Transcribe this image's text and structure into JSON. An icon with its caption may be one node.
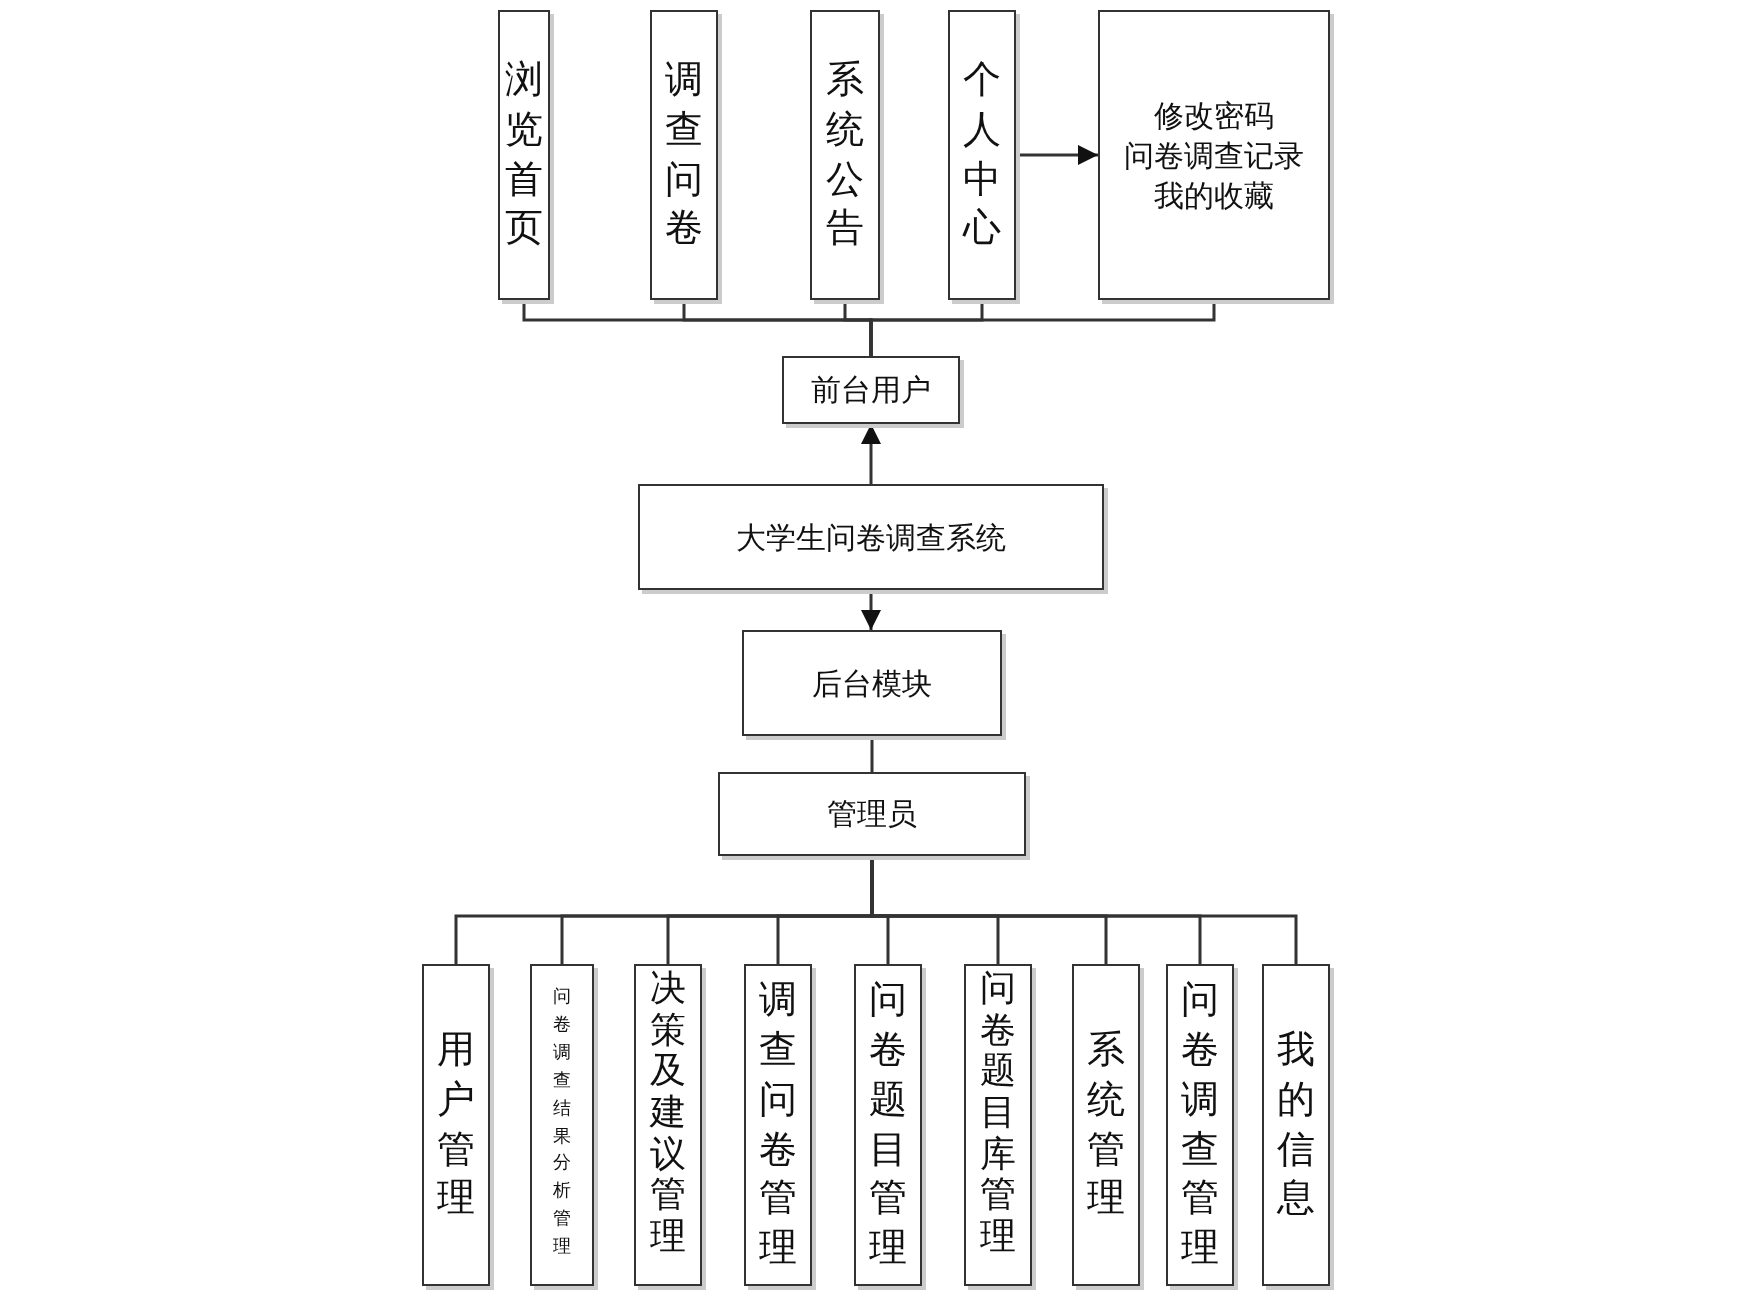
{
  "diagram": {
    "nodes": [
      {
        "text": [
          "浏览首页"
        ]
      },
      {
        "text": [
          "调查问卷"
        ]
      },
      {
        "text": [
          "系统公告"
        ]
      },
      {
        "text": [
          "个人中心"
        ]
      },
      {
        "text": [
          "修改密码",
          "问卷调查记录",
          "我的收藏"
        ]
      },
      {
        "text": [
          "前台用户"
        ]
      },
      {
        "text": [
          "大学生问卷调查系统"
        ]
      },
      {
        "text": [
          "后台模块"
        ]
      },
      {
        "text": [
          "管理员"
        ]
      },
      {
        "text": [
          "用户管理"
        ]
      },
      {
        "text": [
          "问卷调查结果分析管理"
        ]
      },
      {
        "text": [
          "决策及建议管理"
        ]
      },
      {
        "text": [
          "调查问卷管理"
        ]
      },
      {
        "text": [
          "问卷题目管理"
        ]
      },
      {
        "text": [
          "问卷题目库管理"
        ]
      },
      {
        "text": [
          "系统管理"
        ]
      },
      {
        "text": [
          "问卷调查管理"
        ]
      },
      {
        "text": [
          "我的信息"
        ]
      }
    ],
    "edges": [
      {
        "from": 5,
        "to": 0,
        "arrow": "none"
      },
      {
        "from": 5,
        "to": 1,
        "arrow": "none"
      },
      {
        "from": 5,
        "to": 2,
        "arrow": "none"
      },
      {
        "from": 5,
        "to": 3,
        "arrow": "none"
      },
      {
        "from": 5,
        "to": 4,
        "arrow": "none"
      },
      {
        "from": 3,
        "to": 4,
        "arrow": "to"
      },
      {
        "from": 6,
        "to": 5,
        "arrow": "to"
      },
      {
        "from": 6,
        "to": 7,
        "arrow": "to"
      },
      {
        "from": 7,
        "to": 8,
        "arrow": "none"
      },
      {
        "from": 8,
        "to": 9,
        "arrow": "none"
      },
      {
        "from": 8,
        "to": 10,
        "arrow": "none"
      },
      {
        "from": 8,
        "to": 11,
        "arrow": "none"
      },
      {
        "from": 8,
        "to": 12,
        "arrow": "none"
      },
      {
        "from": 8,
        "to": 13,
        "arrow": "none"
      },
      {
        "from": 8,
        "to": 14,
        "arrow": "none"
      },
      {
        "from": 8,
        "to": 15,
        "arrow": "none"
      },
      {
        "from": 8,
        "to": 16,
        "arrow": "none"
      },
      {
        "from": 8,
        "to": 17,
        "arrow": "none"
      }
    ]
  }
}
